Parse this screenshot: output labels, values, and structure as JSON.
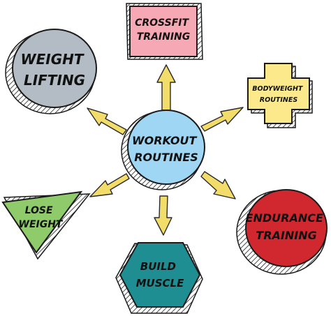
{
  "diagram": {
    "center": {
      "lines": [
        "WORKOUT",
        "ROUTINES"
      ],
      "color": "#9fd6f3"
    },
    "nodes": [
      {
        "id": "crossfit",
        "shape": "square",
        "lines": [
          "CROSSFIT",
          "TRAINING"
        ],
        "color": "#f6a8b4"
      },
      {
        "id": "bodyweight",
        "shape": "cross",
        "lines": [
          "BODYWEIGHT",
          "ROUTINES"
        ],
        "color": "#fbe98c"
      },
      {
        "id": "endurance",
        "shape": "circle",
        "lines": [
          "ENDURANCE",
          "TRAINING"
        ],
        "color": "#d1282f"
      },
      {
        "id": "build-muscle",
        "shape": "hexagon",
        "lines": [
          "BUILD",
          "MUSCLE"
        ],
        "color": "#1f8e92"
      },
      {
        "id": "lose-weight",
        "shape": "triangle",
        "lines": [
          "LOSE",
          "WEIGHT"
        ],
        "color": "#8fca6b"
      },
      {
        "id": "weight-lifting",
        "shape": "circle",
        "lines": [
          "WEIGHT",
          "LIFTING"
        ],
        "color": "#b3bcc4"
      }
    ],
    "arrow_color": "#f2dd6b"
  }
}
